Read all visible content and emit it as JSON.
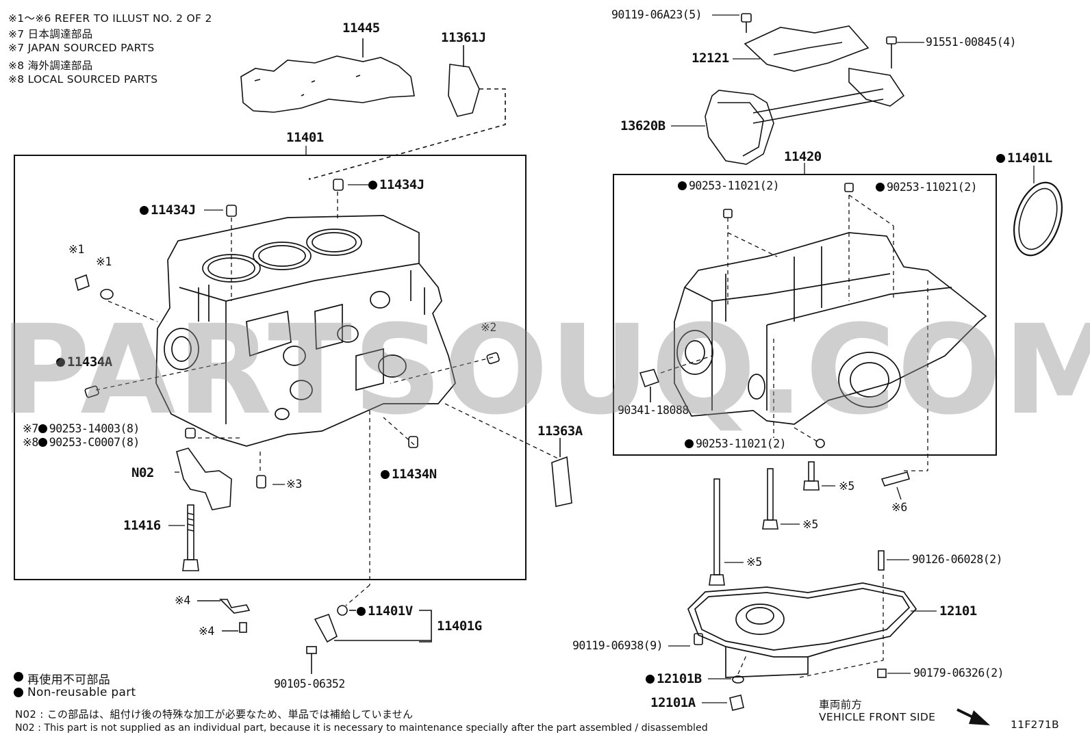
{
  "header_notes": [
    "※1～※6  REFER TO ILLUST NO. 2 OF 2",
    "※7 日本調達部品",
    "※7 JAPAN SOURCED PARTS",
    "※8 海外調達部品",
    "※8 LOCAL SOURCED PARTS"
  ],
  "left_group": {
    "box_label": "11401",
    "top_labels": {
      "p11445": "11445",
      "p11361J": "11361J"
    },
    "labels": {
      "p11434J_a": "11434J",
      "p11434J_b": "11434J",
      "r1a": "※1",
      "r1b": "※1",
      "r2": "※2",
      "p11434A": "11434A",
      "r7": "※7",
      "p90253_14003": "90253-14003(8)",
      "r8": "※8",
      "p90253_C0007": "90253-C0007(8)",
      "pN02": "N02",
      "r3": "※3",
      "p11434N": "11434N",
      "p11416": "11416",
      "p11363A": "11363A"
    }
  },
  "bottom_left": {
    "r4a": "※4",
    "r4b": "※4",
    "p11401V": "11401V",
    "p11401G": "11401G",
    "p90105_06352": "90105-06352"
  },
  "right_top": {
    "p90119_06A23": "90119-06A23(5)",
    "p12121": "12121",
    "p91551_00845": "91551-00845(4)",
    "p13620B": "13620B",
    "p11401L": "11401L"
  },
  "right_group": {
    "box_label": "11420",
    "labels": {
      "p90253_11021_a": "90253-11021(2)",
      "p90253_11021_b": "90253-11021(2)",
      "p90341_18088": "90341-18088",
      "p90253_11021_c": "90253-11021(2)"
    }
  },
  "right_bottom": {
    "r5a": "※5",
    "r6": "※6",
    "r5b": "※5",
    "r5c": "※5",
    "p90126_06028": "90126-06028(2)",
    "p12101": "12101",
    "p90119_06938": "90119-06938(9)",
    "p12101B": "12101B",
    "p90179_06326": "90179-06326(2)",
    "p12101A": "12101A"
  },
  "legend": {
    "ja": "再使用不可部品",
    "en": "Non-reusable part"
  },
  "footnotes": {
    "n02_ja": "N02 : この部品は、組付け後の特殊な加工が必要なため、単品では補給していません",
    "n02_en": "N02 : This part is not supplied as an individual part, because it is necessary to maintenance specially after the part assembled / disassembled"
  },
  "vehicle_front": {
    "ja": "車両前方",
    "en": "VEHICLE FRONT SIDE"
  },
  "illustration_code": "11F271B",
  "watermark": "PARTSOUQ.COM"
}
